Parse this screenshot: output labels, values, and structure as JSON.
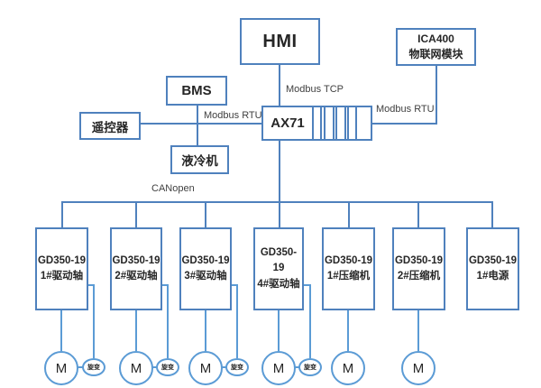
{
  "colors": {
    "stroke": "#4f81bd",
    "circle_stroke": "#5b9bd5",
    "text": "#262626",
    "label": "#404040",
    "background": "#ffffff"
  },
  "top": {
    "hmi": "HMI",
    "iot_module": {
      "line1": "ICA400",
      "line2": "物联网模块"
    },
    "bms": "BMS",
    "remote": "遥控器",
    "cooler": "液冷机",
    "controller": "AX71"
  },
  "bus_labels": {
    "modbus_tcp": "Modbus TCP",
    "modbus_rtu_left": "Modbus RTU",
    "modbus_rtu_right": "Modbus RTU",
    "canopen": "CANopen"
  },
  "drives": [
    {
      "line1": "GD350-19",
      "line2": "1#驱动轴"
    },
    {
      "line1": "GD350-19",
      "line2": "2#驱动轴"
    },
    {
      "line1": "GD350-19",
      "line2": "3#驱动轴"
    },
    {
      "line1": "GD350-19",
      "line2": "4#驱动轴"
    },
    {
      "line1": "GD350-19",
      "line2": "1#压缩机"
    },
    {
      "line1": "GD350-19",
      "line2": "2#压缩机"
    },
    {
      "line1": "GD350-19",
      "line2": "1#电源"
    }
  ],
  "motor_label": "M",
  "resolver_label": "旋变"
}
